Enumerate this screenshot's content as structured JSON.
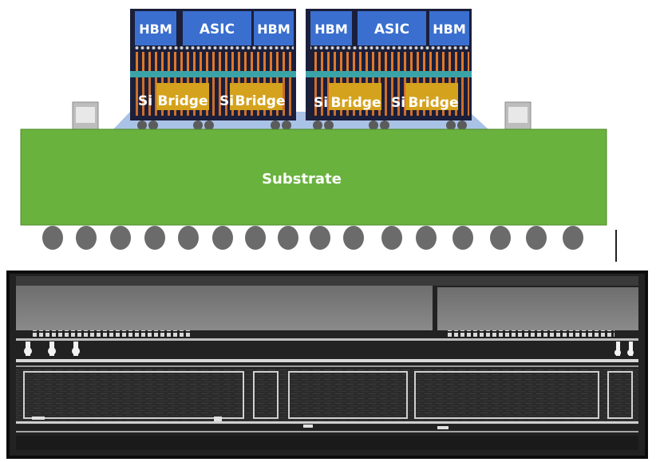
{
  "labels": {
    "hbm": "HBM",
    "asic": "ASIC",
    "si": "Si",
    "bridge": "Bridge",
    "substrate": "Substrate"
  },
  "colors": {
    "die_blue": "#3a6fcf",
    "die_dark": "#1b1f3a",
    "substrate_green": "#6ab23e",
    "bridge_gold": "#d4a21c",
    "underfill_blue": "#a9c3e6",
    "rdl_teal": "#3aa3a8",
    "bump_gray": "#6b6b6b",
    "cu_orange": "#e0782a"
  },
  "cross_section_image": "cross-section micrograph"
}
